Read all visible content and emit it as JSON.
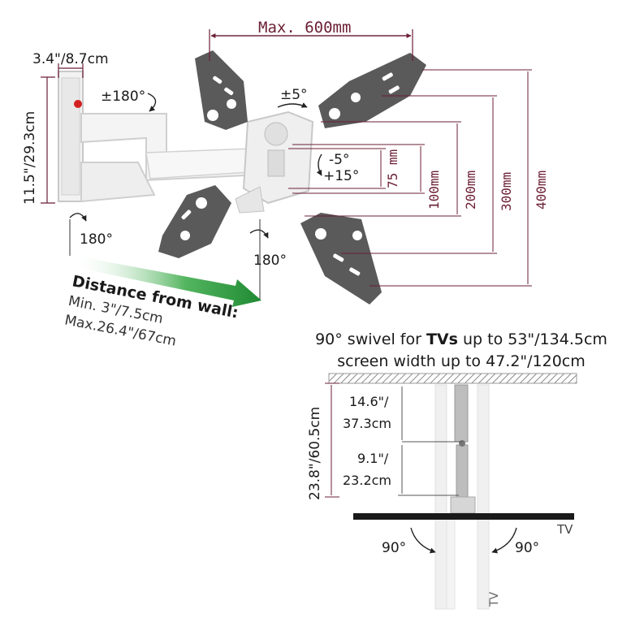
{
  "top": {
    "wall_plate_width": "3.4\"/8.7cm",
    "wall_plate_height": "11.5\"/29.3cm",
    "rotate_180_top": "±180°",
    "level_adjust": "±5°",
    "width_max": "Max. 600mm",
    "tilt_down": "-5°",
    "tilt_up": "+15°",
    "vesa_75": "75 mm",
    "vesa_100": "100mm",
    "vesa_200": "200mm",
    "vesa_300": "300mm",
    "vesa_400": "400mm",
    "swivel_left": "180°",
    "swivel_right": "180°"
  },
  "distance": {
    "title": "Distance from wall:",
    "min": "Min. 3\"/7.5cm",
    "max": "Max.26.4\"/67cm"
  },
  "swivel": {
    "line1_pre": "90° swivel for ",
    "line1_bold": "TVs",
    "line1_post": " up to 53\"/134.5cm",
    "line2": "screen width up to 47.2\"/120cm",
    "overall_depth": "23.8\"/60.5cm",
    "arm1_a": "14.6\"/",
    "arm1_b": "37.3cm",
    "arm2_a": "9.1\"/",
    "arm2_b": "23.2cm",
    "angle_left": "90°",
    "angle_right": "90°",
    "tv_label": "TV",
    "tv_label_rot": "TV"
  },
  "colors": {
    "dimension": "#6b1f35",
    "plate": "#5a5a5a",
    "arrow": "#2e9a3a",
    "ceiling_hatch": "#9a9a9a"
  }
}
